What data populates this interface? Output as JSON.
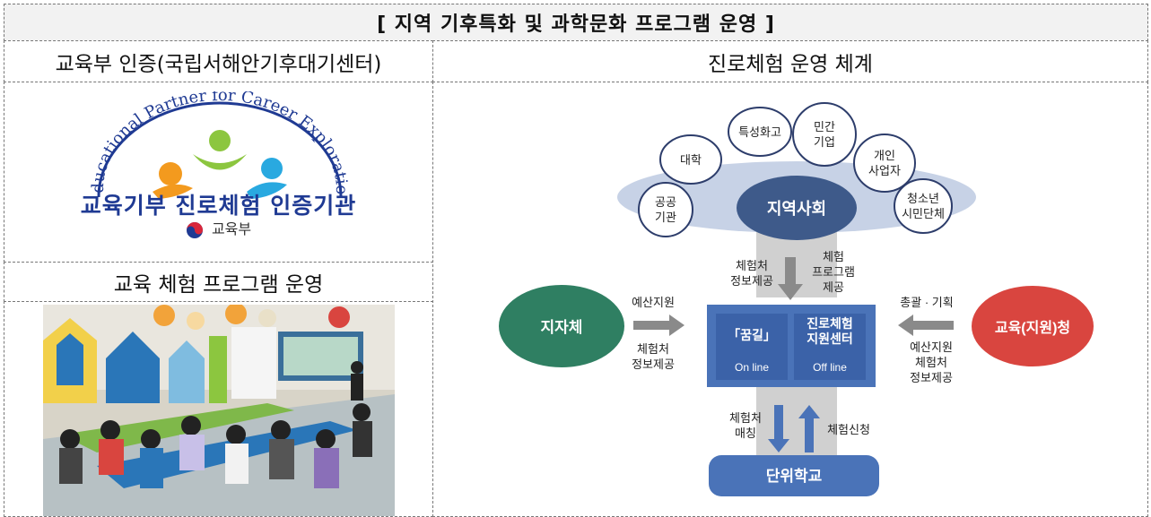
{
  "title": "[ 지역 기후특화 및 과학문화 프로그램 운영 ]",
  "left_header": "교육부 인증(국립서해안기후대기센터)",
  "right_header": "진로체험 운영 체계",
  "left_mid_label": "교육 체험 프로그램 운영",
  "logo": {
    "arc_text": "Educational Partner for Career Exploration",
    "main_text": "교육기부 진로체험 인증기관",
    "ministry": "교육부"
  },
  "diagram": {
    "community": "지역사회",
    "bubbles": [
      "공공\n기관",
      "대학",
      "특성화고",
      "민간\n기업",
      "개인\n사업자",
      "청소년\n시민단체"
    ],
    "left_org": "지자체",
    "right_org": "교육(지원)청",
    "left_arrow_top": "예산지원",
    "left_arrow_bottom": "체험처\n정보제공",
    "right_arrow_top": "총괄 · 기획",
    "right_arrow_bottom": "예산지원\n체험처\n정보제공",
    "center_left_down": "체험처\n정보제공",
    "center_right_down": "체험\n프로그램\n제공",
    "hub_left_title": "「꿈길」",
    "hub_left_sub": "On line",
    "hub_right_title": "진로체험\n지원센터",
    "hub_right_sub": "Off line",
    "bottom_left": "체험처\n매칭",
    "bottom_right": "체험신청",
    "school": "단위학교"
  },
  "colors": {
    "hub_blue": "#4a73b8",
    "community_navy": "#3e5a8a",
    "left_green": "#2f7f62",
    "right_red": "#d9453f",
    "cloud": "#c7d2e6"
  }
}
